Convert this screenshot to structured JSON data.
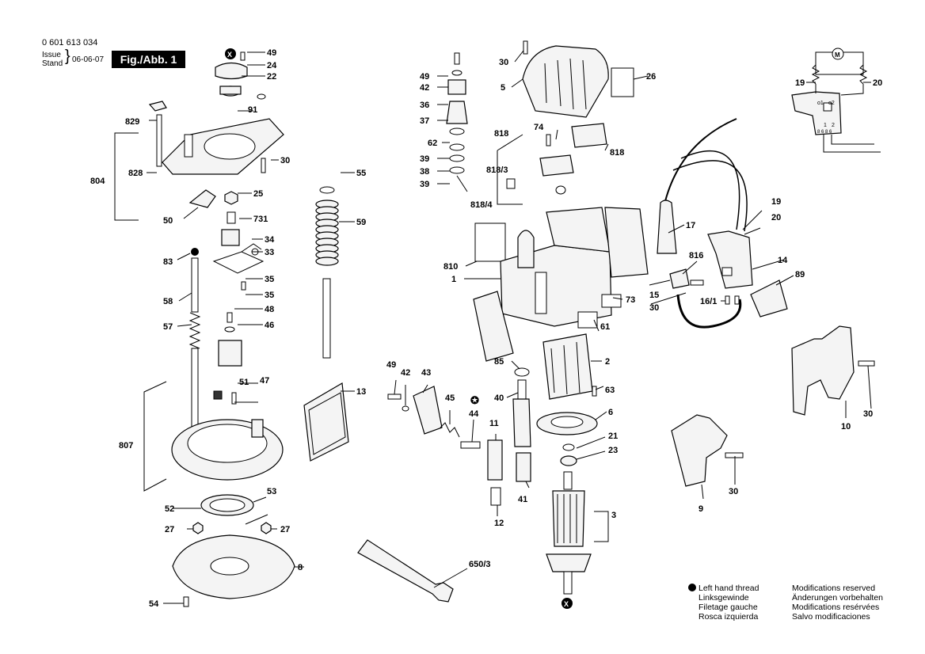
{
  "header": {
    "doc_number": "0 601 613 034",
    "issue_label": "Issue",
    "stand_label": "Stand",
    "issue_date": "06-06-07",
    "figure_label": "Fig./Abb. 1"
  },
  "legend": {
    "left_thread": [
      "Left hand thread",
      "Linksgewinde",
      "Filetage gauche",
      "Rosca izquierda"
    ],
    "modifications": [
      "Modifications reserved",
      "Änderungen vorbehalten",
      "Modifications resérvées",
      "Salvo modificaciones"
    ]
  },
  "callouts": {
    "x_top": "X",
    "x_bottom": "X",
    "star_44": "✪",
    "p49a": "49",
    "p24": "24",
    "p22": "22",
    "p91": "91",
    "p829": "829",
    "p804": "804",
    "p828": "828",
    "p30a": "30",
    "p25": "25",
    "p50": "50",
    "p731": "731",
    "p34": "34",
    "p33": "33",
    "p83": "83",
    "p35a": "35",
    "p35b": "35",
    "p48": "48",
    "p58": "58",
    "p46": "46",
    "p57": "57",
    "p55": "55",
    "p59": "59",
    "p51": "51",
    "p47": "47",
    "p13": "13",
    "p807": "807",
    "p53": "53",
    "p52": "52",
    "p27a": "27",
    "p27b": "27",
    "p8": "8",
    "p54": "54",
    "p49b": "49",
    "p42a": "42",
    "p36": "36",
    "p37": "37",
    "p62": "62",
    "p39a": "39",
    "p38": "38",
    "p39b": "39",
    "p30b": "30",
    "p5": "5",
    "p26": "26",
    "p818a": "818",
    "p74": "74",
    "p818b": "818",
    "p818_3": "818/3",
    "p818_4": "818/4",
    "p810": "810",
    "p1": "1",
    "p73": "73",
    "p61": "61",
    "p2": "2",
    "p85": "85",
    "p40": "40",
    "p63": "63",
    "p6": "6",
    "p49c": "49",
    "p42b": "42",
    "p43": "43",
    "p45": "45",
    "p44": "44",
    "p11": "11",
    "p21": "21",
    "p23": "23",
    "p41": "41",
    "p12": "12",
    "p3": "3",
    "p650_3": "650/3",
    "p19a": "19",
    "p20a": "20",
    "p17": "17",
    "p19b": "19",
    "p20b": "20",
    "p816": "816",
    "p14": "14",
    "p89": "89",
    "p15": "15",
    "p16_1": "16/1",
    "p30c": "30",
    "p10": "10",
    "p30d": "30",
    "p9": "9",
    "p30e": "30",
    "sw_o1": "o1",
    "sw_o2": "o2",
    "sw_1": "1",
    "sw_2": "2",
    "sw_pins": "8 6 8 6",
    "motor_m": "M"
  }
}
